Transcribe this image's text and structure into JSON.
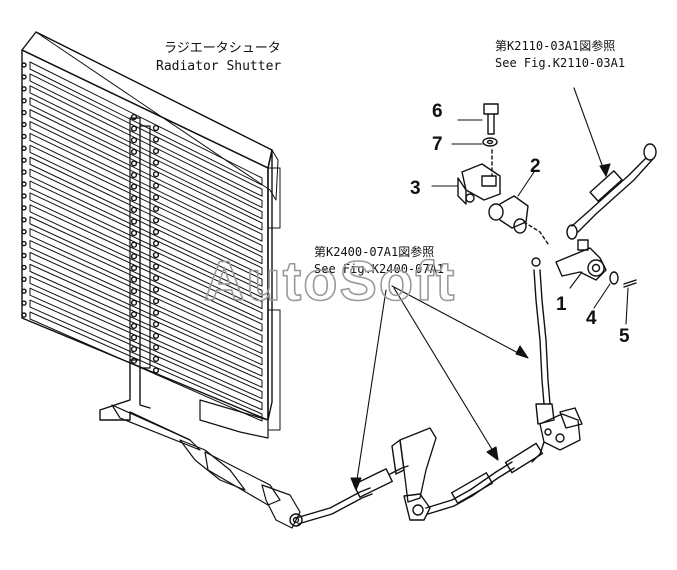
{
  "title": {
    "jp": "ラジエータシュータ",
    "en": "Radiator Shutter"
  },
  "references": [
    {
      "jp": "第K2110-03A1図参照",
      "en": "See Fig.K2110-03A1"
    },
    {
      "jp": "第K2400-07A1図参照",
      "en": "See Fig.K2400-07A1"
    }
  ],
  "callouts": [
    "1",
    "2",
    "3",
    "4",
    "5",
    "6",
    "7"
  ],
  "watermark": "AutoSoft",
  "colors": {
    "line": "#111111",
    "watermark": "#9a9a9a",
    "background": "#ffffff"
  }
}
